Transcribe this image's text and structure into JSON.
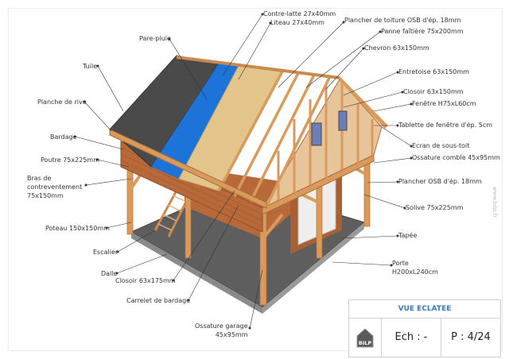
{
  "labels": {
    "contre_latte": "Contre-latte 27x40mm",
    "liteau": "Liteau 27x40mm",
    "plancher_toiture": "Plancher de toiture OSB d'ép. 18mm",
    "panne_faitiere": "Panne faîtière 75x200mm",
    "chevron": "Chevron 63x150mm",
    "entretoise": "Entretoise 63x150mm",
    "closoir_150": "Closoir 63x150mm",
    "fenetre": "Fenêtre H75xL60cm",
    "tablette": "Tablette de fenêtre d'ép. 5cm",
    "ecran": "Ecran de sous-toit",
    "ossature_comble": "Ossature comble 45x95mm",
    "plancher_osb": "Plancher OSB d'ép. 18mm",
    "solive": "Solive 75x225mm",
    "tapee": "Tapée",
    "porte": "Porte\nH200xL240cm",
    "pare_pluie": "Pare-pluie",
    "tuile": "Tuile",
    "planche_rive": "Planche de rive",
    "bardage": "Bardage",
    "poutre": "Poutre 75x225mm",
    "bras": "Bras de\ncontreventement\n75x150mm",
    "poteau": "Poteau 150x150mm",
    "escalier": "Escalier",
    "dalle": "Dalle",
    "closoir_175": "Closoir 63x175mm",
    "carrelet": "Carrelet de bardage",
    "ossature_garage": "Ossature garage\n45x95mm"
  },
  "watermark": "www.bilp.fr",
  "title_block": {
    "title": "VUE ECLATEE",
    "logo": "BILP",
    "scale": "Ech : -",
    "page": "P : 4/24"
  },
  "colors": {
    "wood": "#d99a5b",
    "cladding": "#b8693a",
    "tile": "#4a4a4a",
    "membrane": "#1e73d8",
    "osb": "#e3c48a",
    "slab": "#5e5e5e",
    "title_accent": "#3a7bbf"
  }
}
